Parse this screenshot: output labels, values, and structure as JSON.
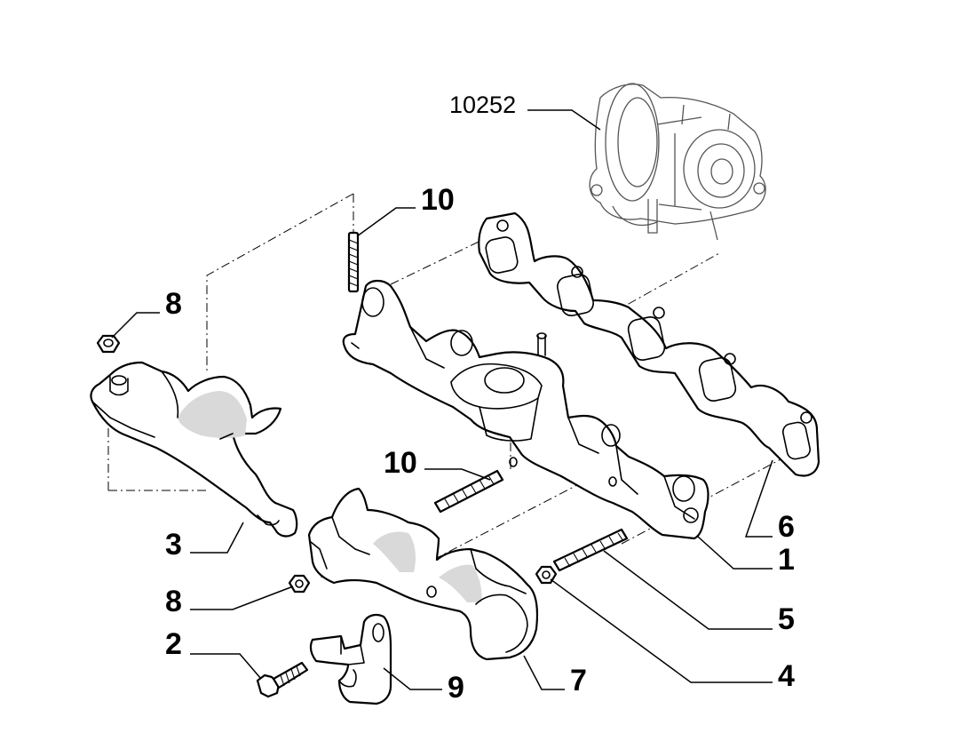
{
  "labels": {
    "part_10252": "10252",
    "part_10_top": "10",
    "part_10_mid": "10",
    "part_8_top": "8",
    "part_8_bottom": "8",
    "part_3": "3",
    "part_2": "2",
    "part_9": "9",
    "part_7": "7",
    "part_4": "4",
    "part_5": "5",
    "part_1": "1",
    "part_6": "6"
  }
}
